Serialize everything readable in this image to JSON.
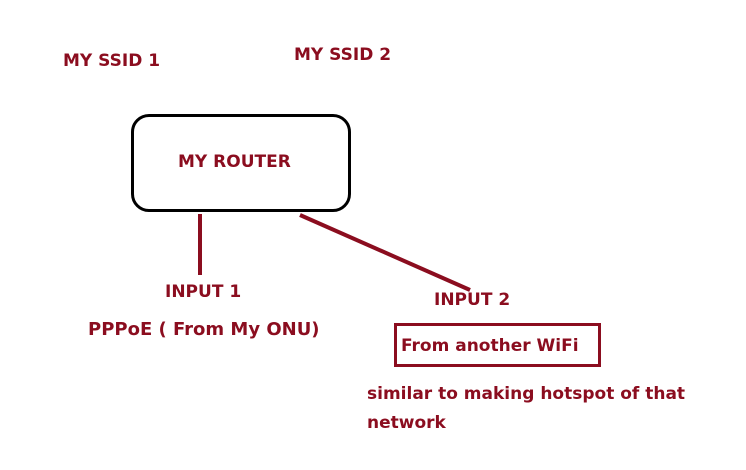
{
  "colors": {
    "text": "#8b0d1f",
    "line": "#8b0d1f",
    "box_border": "#000000"
  },
  "ssids": {
    "ssid1": "MY SSID 1",
    "ssid2": "MY SSID 2"
  },
  "router": {
    "label": "MY ROUTER"
  },
  "input1": {
    "label": "INPUT 1",
    "description": "PPPoE ( From My ONU)"
  },
  "input2": {
    "label": "INPUT 2",
    "source": "From another WiFi",
    "note": "similar to making hotspot of that network"
  }
}
